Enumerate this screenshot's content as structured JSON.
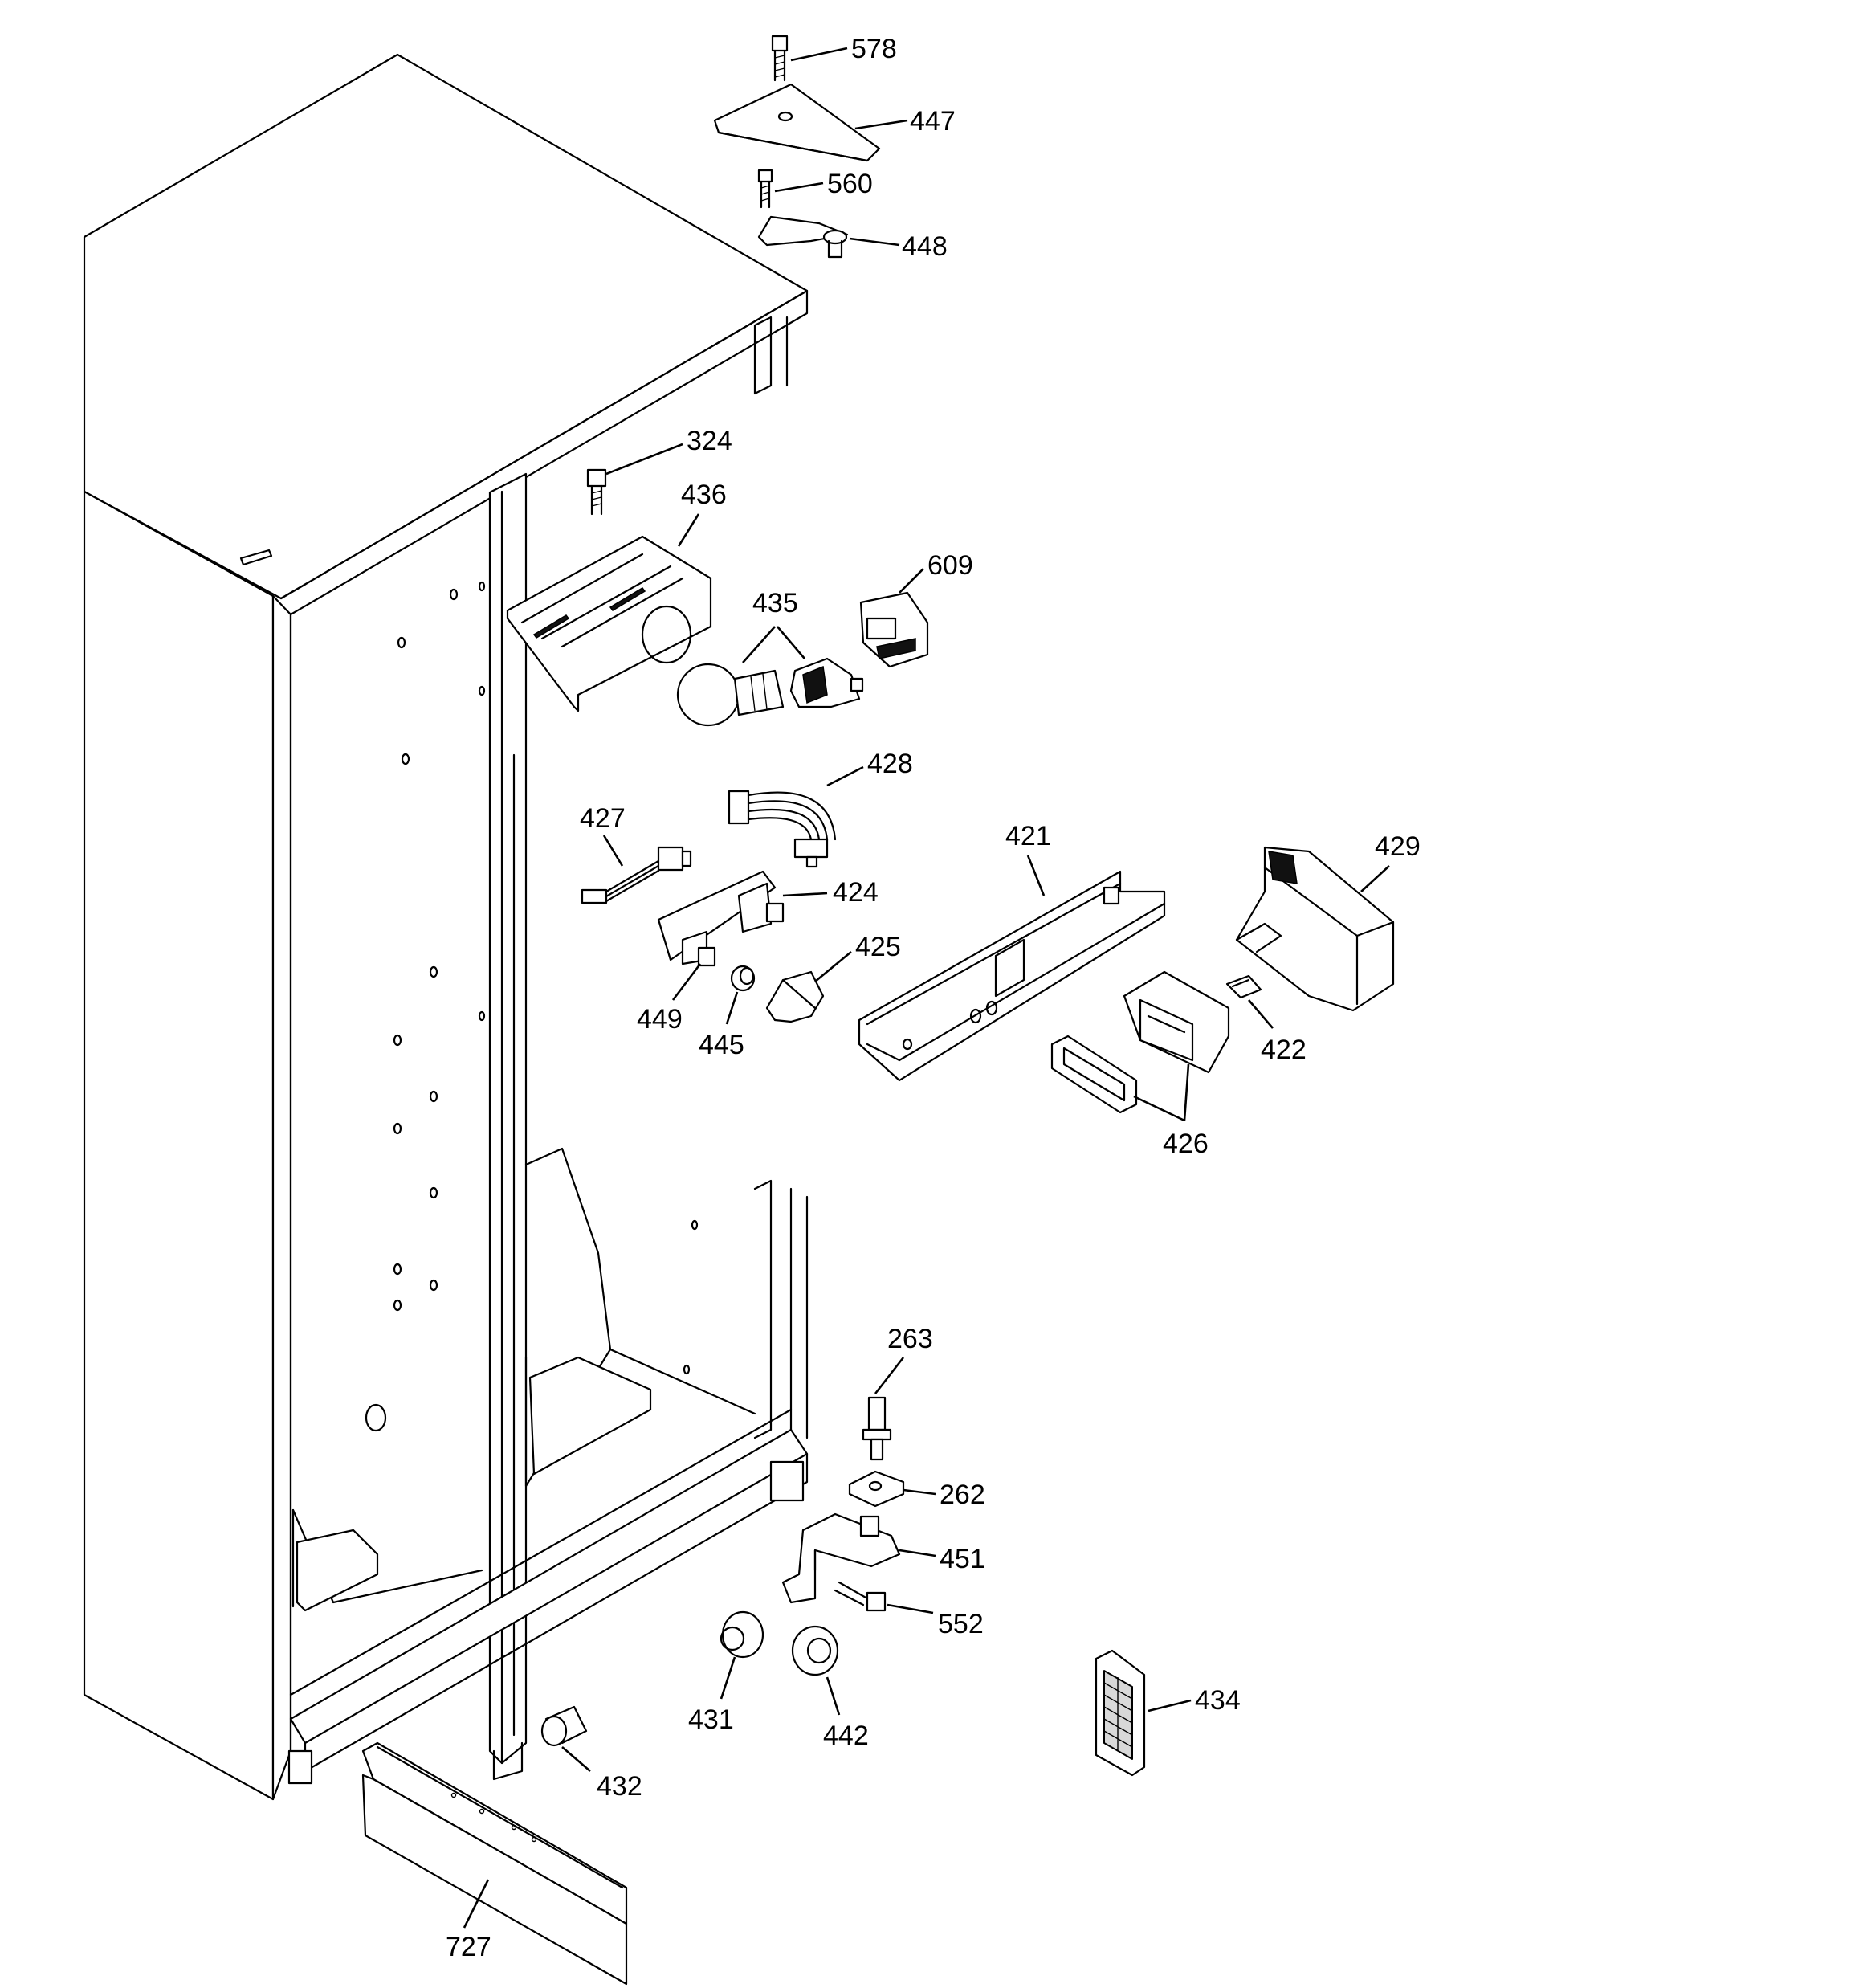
{
  "part_labels": [
    {
      "id": "578",
      "text": "578"
    },
    {
      "id": "447",
      "text": "447"
    },
    {
      "id": "560",
      "text": "560"
    },
    {
      "id": "448",
      "text": "448"
    },
    {
      "id": "324",
      "text": "324"
    },
    {
      "id": "436",
      "text": "436"
    },
    {
      "id": "609",
      "text": "609"
    },
    {
      "id": "435",
      "text": "435"
    },
    {
      "id": "428",
      "text": "428"
    },
    {
      "id": "427",
      "text": "427"
    },
    {
      "id": "421",
      "text": "421"
    },
    {
      "id": "429",
      "text": "429"
    },
    {
      "id": "424",
      "text": "424"
    },
    {
      "id": "425",
      "text": "425"
    },
    {
      "id": "449",
      "text": "449"
    },
    {
      "id": "445",
      "text": "445"
    },
    {
      "id": "422",
      "text": "422"
    },
    {
      "id": "426",
      "text": "426"
    },
    {
      "id": "263",
      "text": "263"
    },
    {
      "id": "262",
      "text": "262"
    },
    {
      "id": "451",
      "text": "451"
    },
    {
      "id": "552",
      "text": "552"
    },
    {
      "id": "431",
      "text": "431"
    },
    {
      "id": "442",
      "text": "442"
    },
    {
      "id": "434",
      "text": "434"
    },
    {
      "id": "432",
      "text": "432"
    },
    {
      "id": "727",
      "text": "727"
    }
  ]
}
